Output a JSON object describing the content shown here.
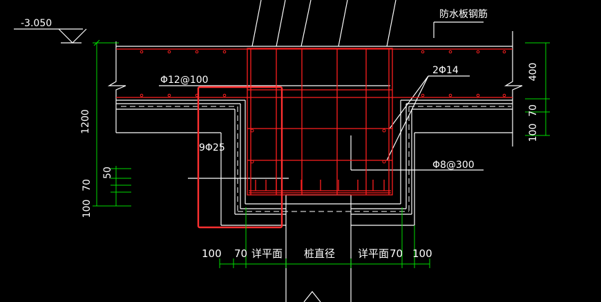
{
  "elevation": {
    "value": "-3.050"
  },
  "labels": {
    "waterproof_rebar": "防水板钢筋",
    "top_bar": "Φ12@100",
    "side_bar": "2Φ14",
    "main_bar": "9Φ25",
    "stirrup": "Φ8@300",
    "pile_diameter": "桩直径",
    "see_plan_left": "详平面",
    "see_plan_right": "详平面"
  },
  "dimensions": {
    "left_1200": "1200",
    "right_400": "400",
    "right_70": "70",
    "right_100": "100",
    "left_50": "50",
    "left_70": "70",
    "left_100": "100",
    "bottom_100_left": "100",
    "bottom_70_left": "70",
    "bottom_70_right": "70",
    "bottom_100_right": "100"
  },
  "colors": {
    "background": "#000000",
    "outline": "#ffffff",
    "rebar": "#ff2020",
    "dimension": "#00dd00",
    "highlight": "#ff3030"
  }
}
